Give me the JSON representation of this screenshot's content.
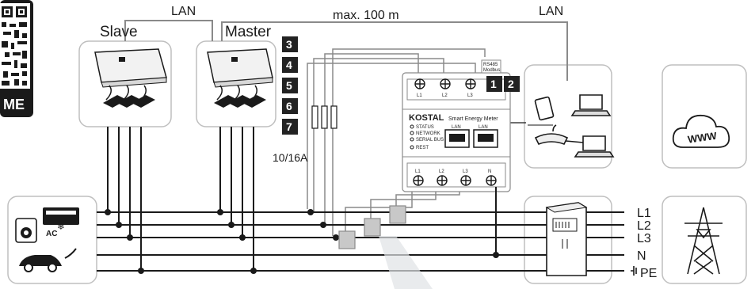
{
  "qr": {
    "caption": "ME"
  },
  "labels": {
    "lan_left": "LAN",
    "lan_right": "LAN",
    "slave": "Slave",
    "master": "Master",
    "distance": "max. 100 m",
    "fuse": "10/16A",
    "ac": "AC"
  },
  "steps": [
    "3",
    "4",
    "5",
    "6",
    "7"
  ],
  "meter_steps": [
    "1",
    "2"
  ],
  "meter": {
    "brand": "KOSTAL",
    "product": "Smart Energy Meter",
    "rs485": "RS485",
    "modbus": "Modbus",
    "top_terminals": [
      "L1",
      "L2",
      "L3"
    ],
    "bottom_terminals": [
      "L1",
      "L2",
      "L3",
      "N"
    ],
    "lan_ports": [
      "LAN",
      "LAN"
    ],
    "leds": [
      "STATUS",
      "NETWORK",
      "SERIAL BUS",
      "REST"
    ]
  },
  "grid_lines": [
    "L1",
    "L2",
    "L3",
    "N",
    "PE"
  ],
  "internet": {
    "label": "WWW"
  },
  "colors": {
    "line": "#1a1a1a",
    "panel_border": "#bfbfbf",
    "grey_wire": "#8a8a8a",
    "dark_box": "#222222"
  }
}
